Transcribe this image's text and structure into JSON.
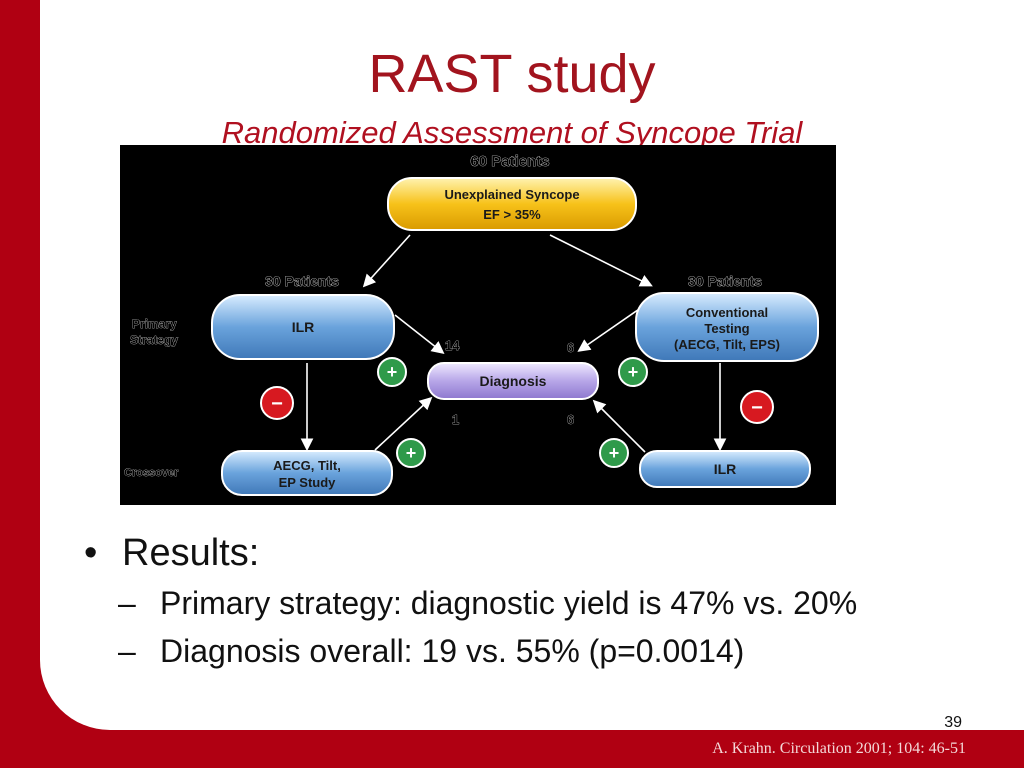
{
  "slide": {
    "title": "RAST study",
    "subtitle": "Randomized Assessment of Syncope Trial",
    "page_number": "39",
    "citation": "A. Krahn. Circulation 2001; 104: 46-51"
  },
  "diagram": {
    "top_count": "60 Patients",
    "entry_box": [
      "Unexplained Syncope",
      "EF > 35%"
    ],
    "left_count": "30 Patients",
    "right_count": "30 Patients",
    "row_labels": {
      "primary": [
        "Primary",
        "Strategy"
      ],
      "crossover": "Crossover"
    },
    "ilr_primary": "ILR",
    "conventional": [
      "Conventional",
      "Testing",
      "(AECG, Tilt, EPS)"
    ],
    "diagnosis": "Diagnosis",
    "crossover_left": [
      "AECG, Tilt,",
      "EP Study"
    ],
    "crossover_right": "ILR",
    "numbers": {
      "ilr_to_dx": "14",
      "conv_to_dx": "6",
      "cross_left_to_dx": "1",
      "cross_right_to_dx": "6"
    },
    "signs": {
      "plus": "+",
      "minus": "−"
    },
    "colors": {
      "yellow_box": "#f7c21a",
      "blue_box": "#6aa3dc",
      "purple_box": "#b7a6e8",
      "plus_badge": "#2f9a4a",
      "minus_badge": "#d71920"
    }
  },
  "results": {
    "heading_bullet": "•",
    "heading": "Results:",
    "items": [
      {
        "dash": "–",
        "text": "Primary strategy: diagnostic yield is 47% vs. 20%"
      },
      {
        "dash": "–",
        "text": "Diagnosis overall: 19 vs. 55% (p=0.0014)"
      }
    ]
  }
}
